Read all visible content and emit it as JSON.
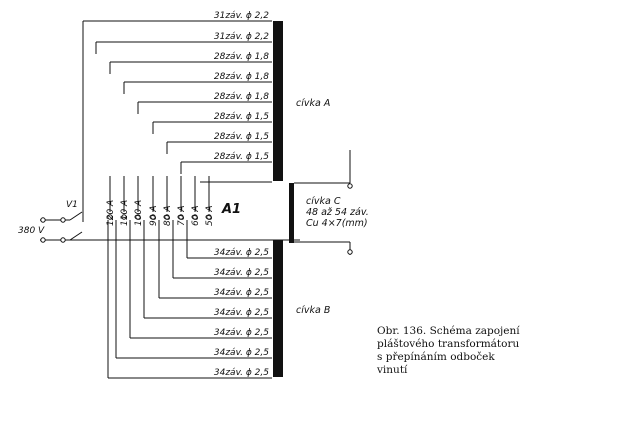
{
  "coil_a": {
    "label": "cívka A",
    "windings": [
      "31záv. ϕ 2,2",
      "31záv. ϕ 2,2",
      "28záv. ϕ 1,8",
      "28záv. ϕ 1,8",
      "28záv. ϕ 1,8",
      "28záv. ϕ 1,5",
      "28záv. ϕ 1,5",
      "28záv. ϕ 1,5"
    ]
  },
  "coil_b": {
    "label": "cívka B",
    "windings": [
      "34záv. ϕ 2,5",
      "34záv. ϕ 2,5",
      "34záv. ϕ 2,5",
      "34záv. ϕ 2,5",
      "34záv. ϕ 2,5",
      "34záv. ϕ 2,5",
      "34záv. ϕ 2,5"
    ]
  },
  "coil_c": {
    "lines": [
      "cívka C",
      "48 až 54 záv.",
      "Cu 4×7(mm)"
    ]
  },
  "taps": [
    "120 A",
    "110 A",
    "100 A",
    "90 A",
    "80 A",
    "70 A",
    "60 A",
    "50 A"
  ],
  "switch_label": "V1",
  "voltage_label": "380 V",
  "core_label": "A1",
  "caption": [
    "Obr. 136. Schéma zapojení",
    "pláštového transformátoru",
    "s přepínáním odboček",
    "vinutí"
  ]
}
